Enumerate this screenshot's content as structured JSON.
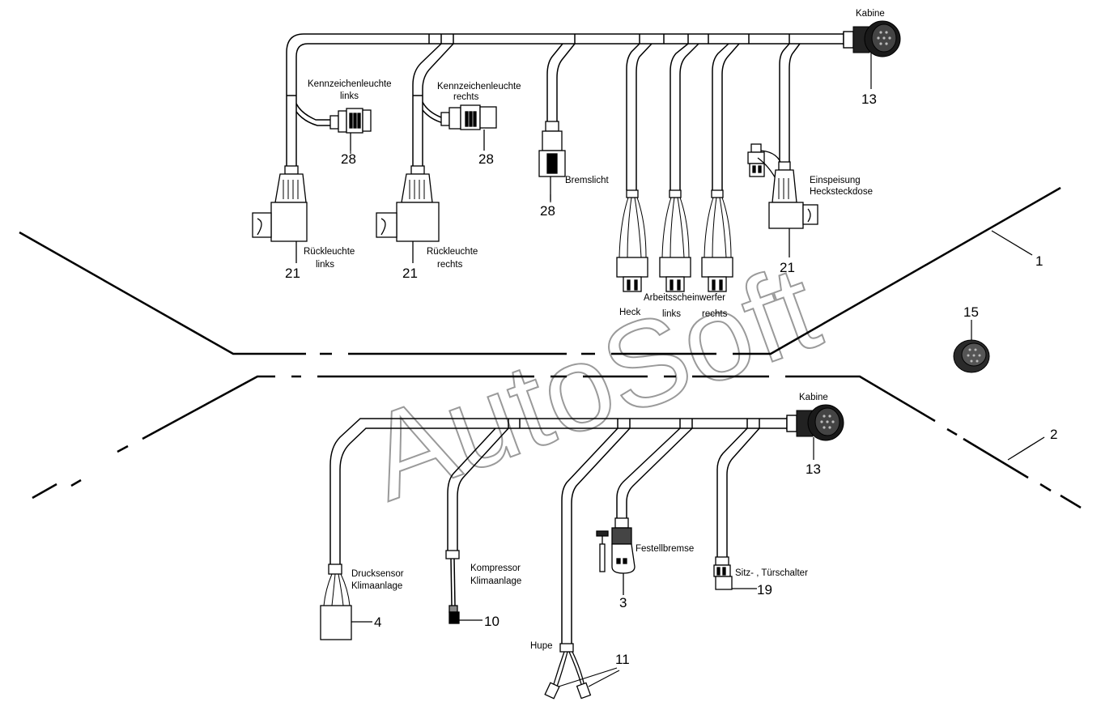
{
  "watermark": "AutoSoft",
  "labels": {
    "kabine_top": "Kabine",
    "kennz_links_1": "Kennzeichenleuchte",
    "kennz_links_2": "links",
    "kennz_rechts_1": "Kennzeichenleuchte",
    "kennz_rechts_2": "rechts",
    "bremslicht": "Bremslicht",
    "einspeisung_1": "Einspeisung",
    "einspeisung_2": "Hecksteckdose",
    "rueck_links_1": "Rückleuchte",
    "rueck_links_2": "links",
    "rueck_rechts_1": "Rückleuchte",
    "rueck_rechts_2": "rechts",
    "arbeits": "Arbeitsscheinwerfer",
    "heck": "Heck",
    "links": "links",
    "rechts": "rechts",
    "kabine_bottom": "Kabine",
    "drucksensor_1": "Drucksensor",
    "drucksensor_2": "Klimaanlage",
    "kompressor_1": "Kompressor",
    "kompressor_2": "Klimaanlage",
    "festellbremse": "Festellbremse",
    "sitz": "Sitz- , Türschalter",
    "hupe": "Hupe"
  },
  "callouts": {
    "c13_top": "13",
    "c28_a": "28",
    "c28_b": "28",
    "c28_c": "28",
    "c21_a": "21",
    "c21_b": "21",
    "c21_c": "21",
    "c1": "1",
    "c15": "15",
    "c13_bottom": "13",
    "c2": "2",
    "c4": "4",
    "c10": "10",
    "c3": "3",
    "c19": "19",
    "c11": "11"
  }
}
